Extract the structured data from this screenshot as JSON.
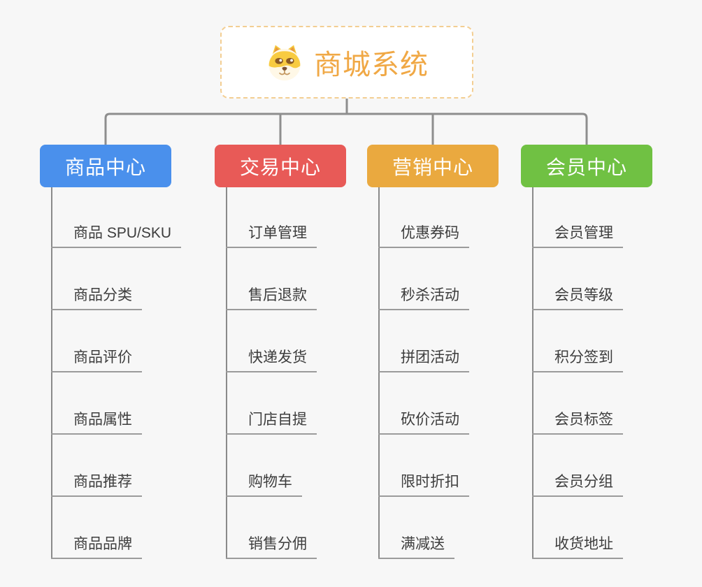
{
  "root": {
    "title": "商城系统",
    "icon": "dog-icon"
  },
  "branches": [
    {
      "label": "商品中心",
      "color": "#4A90EC",
      "items": [
        "商品 SPU/SKU",
        "商品分类",
        "商品评价",
        "商品属性",
        "商品推荐",
        "商品品牌"
      ]
    },
    {
      "label": "交易中心",
      "color": "#E85A57",
      "items": [
        "订单管理",
        "售后退款",
        "快递发货",
        "门店自提",
        "购物车",
        "销售分佣"
      ]
    },
    {
      "label": "营销中心",
      "color": "#EAA93F",
      "items": [
        "优惠券码",
        "秒杀活动",
        "拼团活动",
        "砍价活动",
        "限时折扣",
        "满减送"
      ]
    },
    {
      "label": "会员中心",
      "color": "#70C143",
      "items": [
        "会员管理",
        "会员等级",
        "积分签到",
        "会员标签",
        "会员分组",
        "收货地址"
      ]
    }
  ],
  "colors": {
    "canvas_bg": "#F7F7F7",
    "root_border": "#F3CE92",
    "root_text": "#F0A845",
    "connector_line": "#8E8E8E",
    "item_underline": "#9B9B9B",
    "item_text": "#3D3D3D"
  }
}
